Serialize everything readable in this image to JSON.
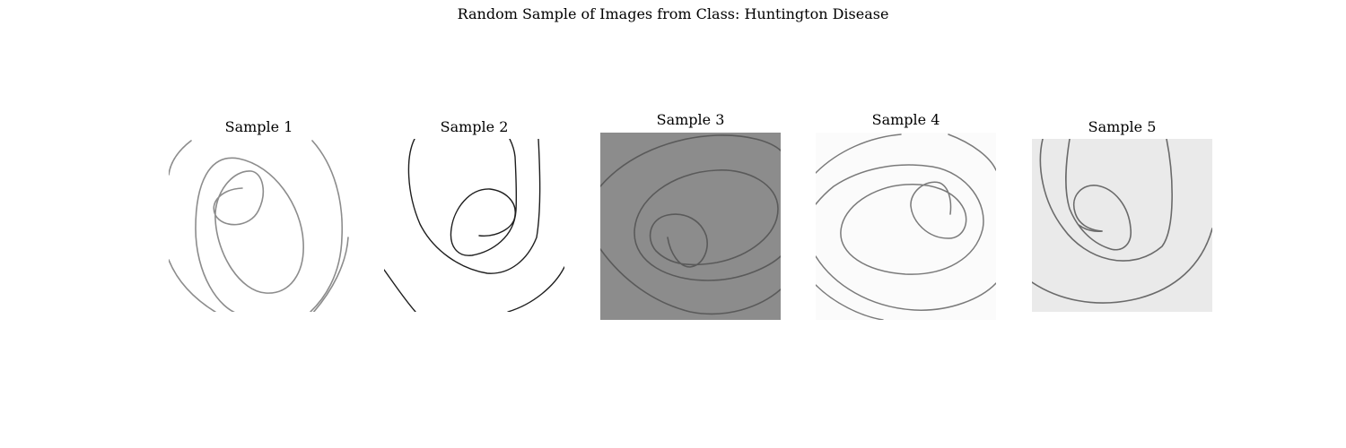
{
  "figure": {
    "title": "Random Sample of Images from Class: Huntington Disease"
  },
  "samples": [
    {
      "title": "Sample 1",
      "background": "#ffffff",
      "stroke_color": "#8c8c8c"
    },
    {
      "title": "Sample 2",
      "background": "#ffffff",
      "stroke_color": "#1e1e1e"
    },
    {
      "title": "Sample 3",
      "background": "#8c8c8c",
      "stroke_color": "#5a5a5a"
    },
    {
      "title": "Sample 4",
      "background": "#fbfbfb",
      "stroke_color": "#7a7a7a"
    },
    {
      "title": "Sample 5",
      "background": "#eaeaea",
      "stroke_color": "#6a6a6a"
    }
  ]
}
